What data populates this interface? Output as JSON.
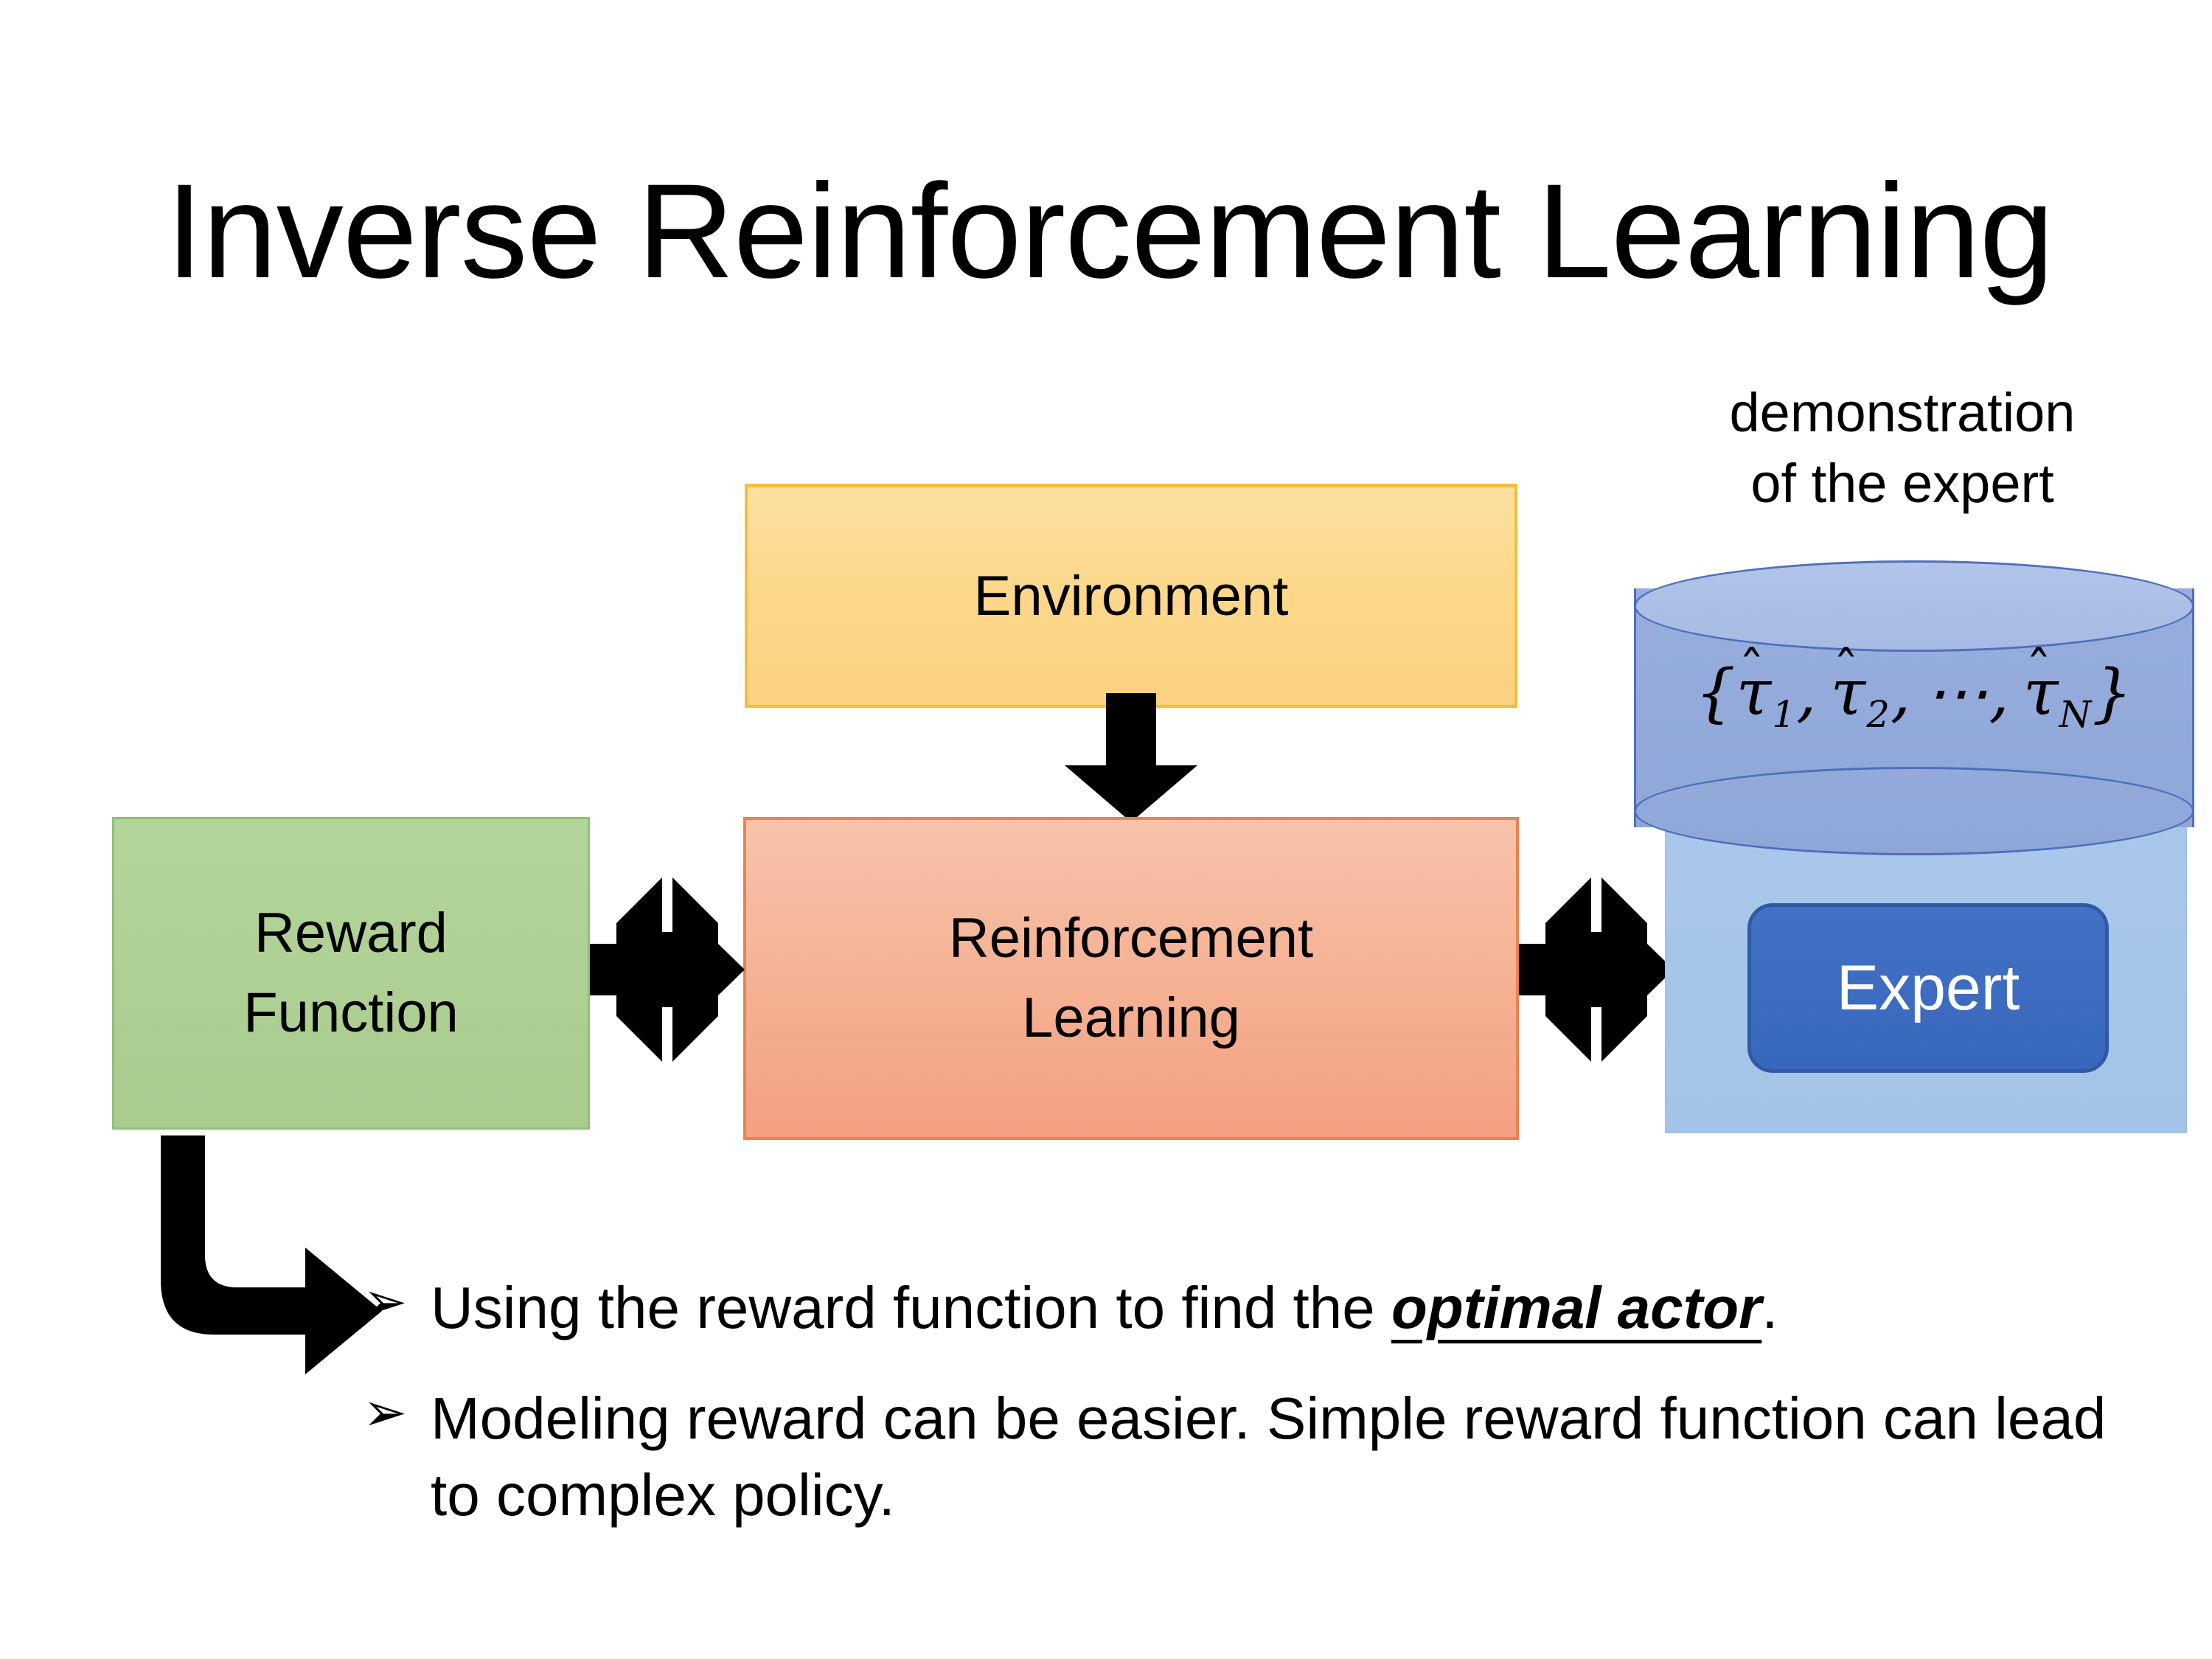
{
  "slide": {
    "title": "Inverse Reinforcement Learning",
    "background_color": "#ffffff"
  },
  "diagram": {
    "environment": {
      "label": "Environment",
      "fill_color": "#fcd88c",
      "border_color": "#f2bf3d"
    },
    "reinforcement_learning": {
      "label_line1": "Reinforcement",
      "label_line2": "Learning",
      "fill_color": "#f4a98a",
      "border_color": "#e8834f"
    },
    "reward_function": {
      "label_line1": "Reward",
      "label_line2": "Function",
      "fill_color": "#aed094",
      "border_color": "#8fbf78"
    },
    "expert_group": {
      "caption_line1": "demonstration",
      "caption_line2": "of the expert",
      "trajectory_set": {
        "open_brace": "{",
        "tau_symbol": "τ",
        "hat_symbol": "ˆ",
        "sub1": "1",
        "sub2": "2",
        "ellipsis": "⋯",
        "subN": "N",
        "comma": ",",
        "close_brace": "}",
        "plain_text": "{τ̂1, τ̂2, ⋯, τ̂N}"
      },
      "expert_label": "Expert",
      "panel_fill_color": "#a6c6e9",
      "cylinder_fill_color": "#93aadb",
      "cylinder_border_color": "#4f6fbb",
      "expert_button_fill_color": "#3d6cc0",
      "expert_button_text_color": "#ffffff"
    },
    "connectors": {
      "environment_to_rl": "down-arrow",
      "reward_to_rl": "quad-arrow",
      "rl_to_expert": "quad-arrow",
      "reward_to_notes": "bent-arrow",
      "arrow_color": "#000000"
    }
  },
  "notes": {
    "bullet_marker": "➢",
    "items": [
      {
        "prefix": "Using the reward function to find the ",
        "emphasis": "optimal actor",
        "suffix": "."
      },
      {
        "prefix": "Modeling reward can be easier. Simple reward function can lead to complex policy.",
        "emphasis": "",
        "suffix": ""
      }
    ]
  }
}
